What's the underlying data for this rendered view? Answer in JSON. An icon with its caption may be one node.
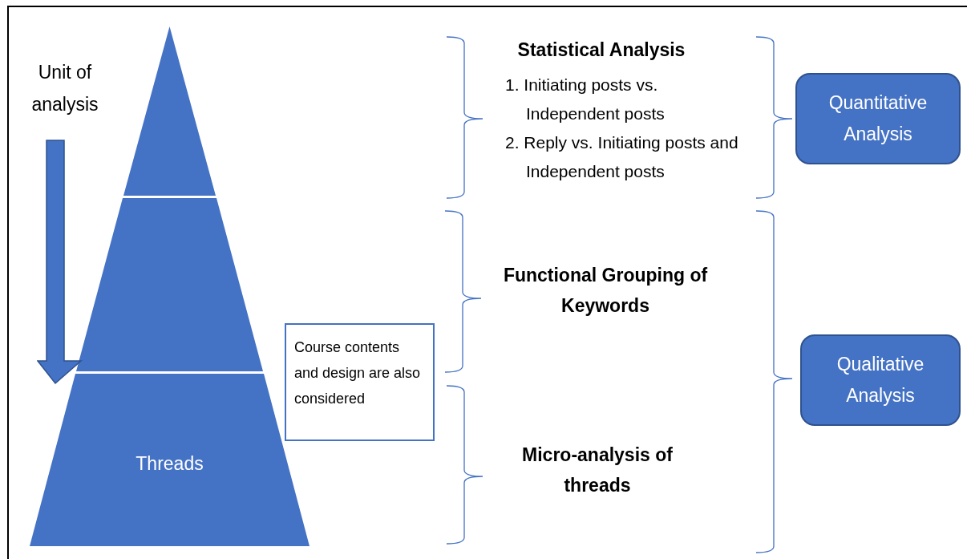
{
  "diagram": {
    "nodes": [
      {
        "text": [],
        "shape": "triangle"
      },
      {
        "text": [],
        "shape": "trapezoid"
      },
      {
        "text": [
          "Threads"
        ]
      },
      {
        "text": [
          "Course contents and design are also considered"
        ]
      },
      {
        "text": [
          "Quantitative Analysis"
        ]
      },
      {
        "text": [
          "Qualitative Analysis"
        ]
      }
    ],
    "labels": [
      "Unit of analysis",
      "Statistical Analysis",
      "1. Initiating posts vs. Independent posts",
      "2. Reply vs. Initiating posts and Independent posts",
      "Functional Grouping of Keywords",
      "Micro-analysis of threads"
    ]
  }
}
